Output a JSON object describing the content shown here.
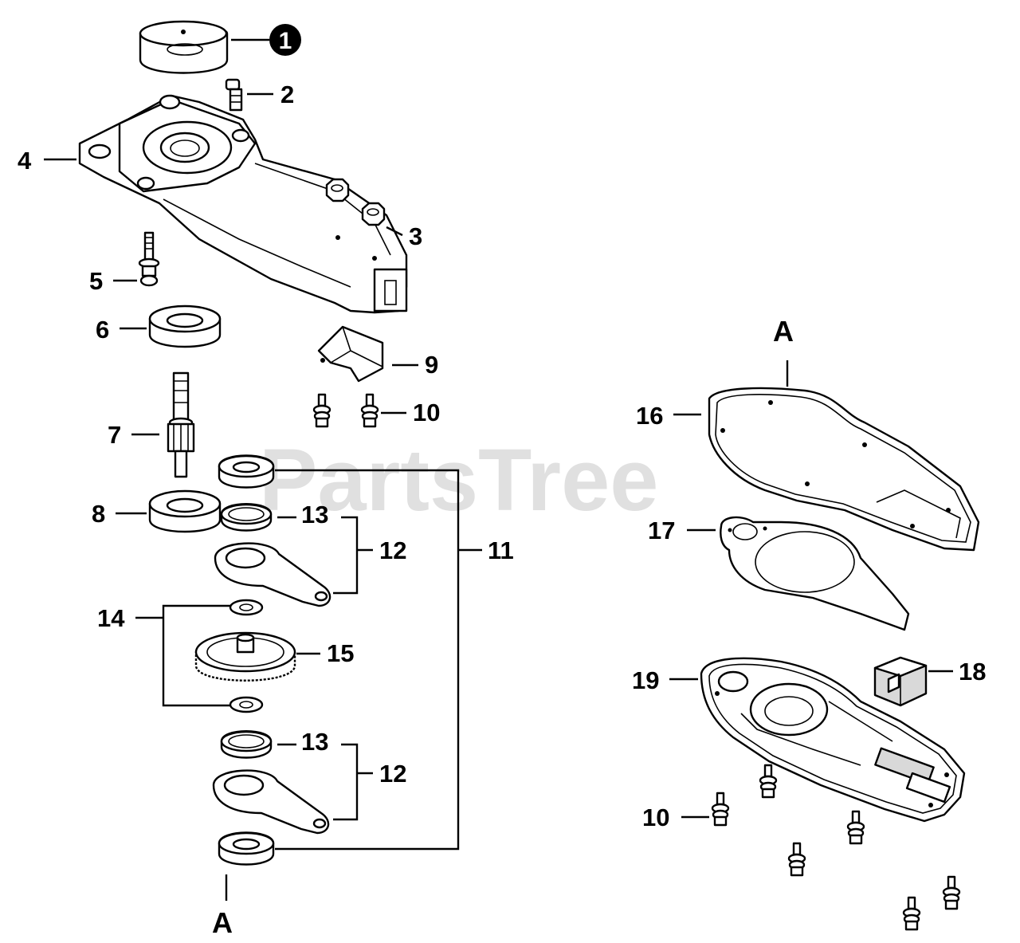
{
  "watermark": {
    "text": "PartsTree",
    "tm": "™"
  },
  "callouts": {
    "c1": "1",
    "c2": "2",
    "c3": "3",
    "c4": "4",
    "c5": "5",
    "c6": "6",
    "c7": "7",
    "c8": "8",
    "c9": "9",
    "c10a": "10",
    "c10b": "10",
    "c11": "11",
    "c12a": "12",
    "c12b": "12",
    "c13a": "13",
    "c13b": "13",
    "c14": "14",
    "c15": "15",
    "c16": "16",
    "c17": "17",
    "c18": "18",
    "c19": "19",
    "refA_top": "A",
    "refA_bottom": "A"
  },
  "colors": {
    "ink": "#000000",
    "watermark": "#c8c8c8",
    "background": "#ffffff"
  }
}
